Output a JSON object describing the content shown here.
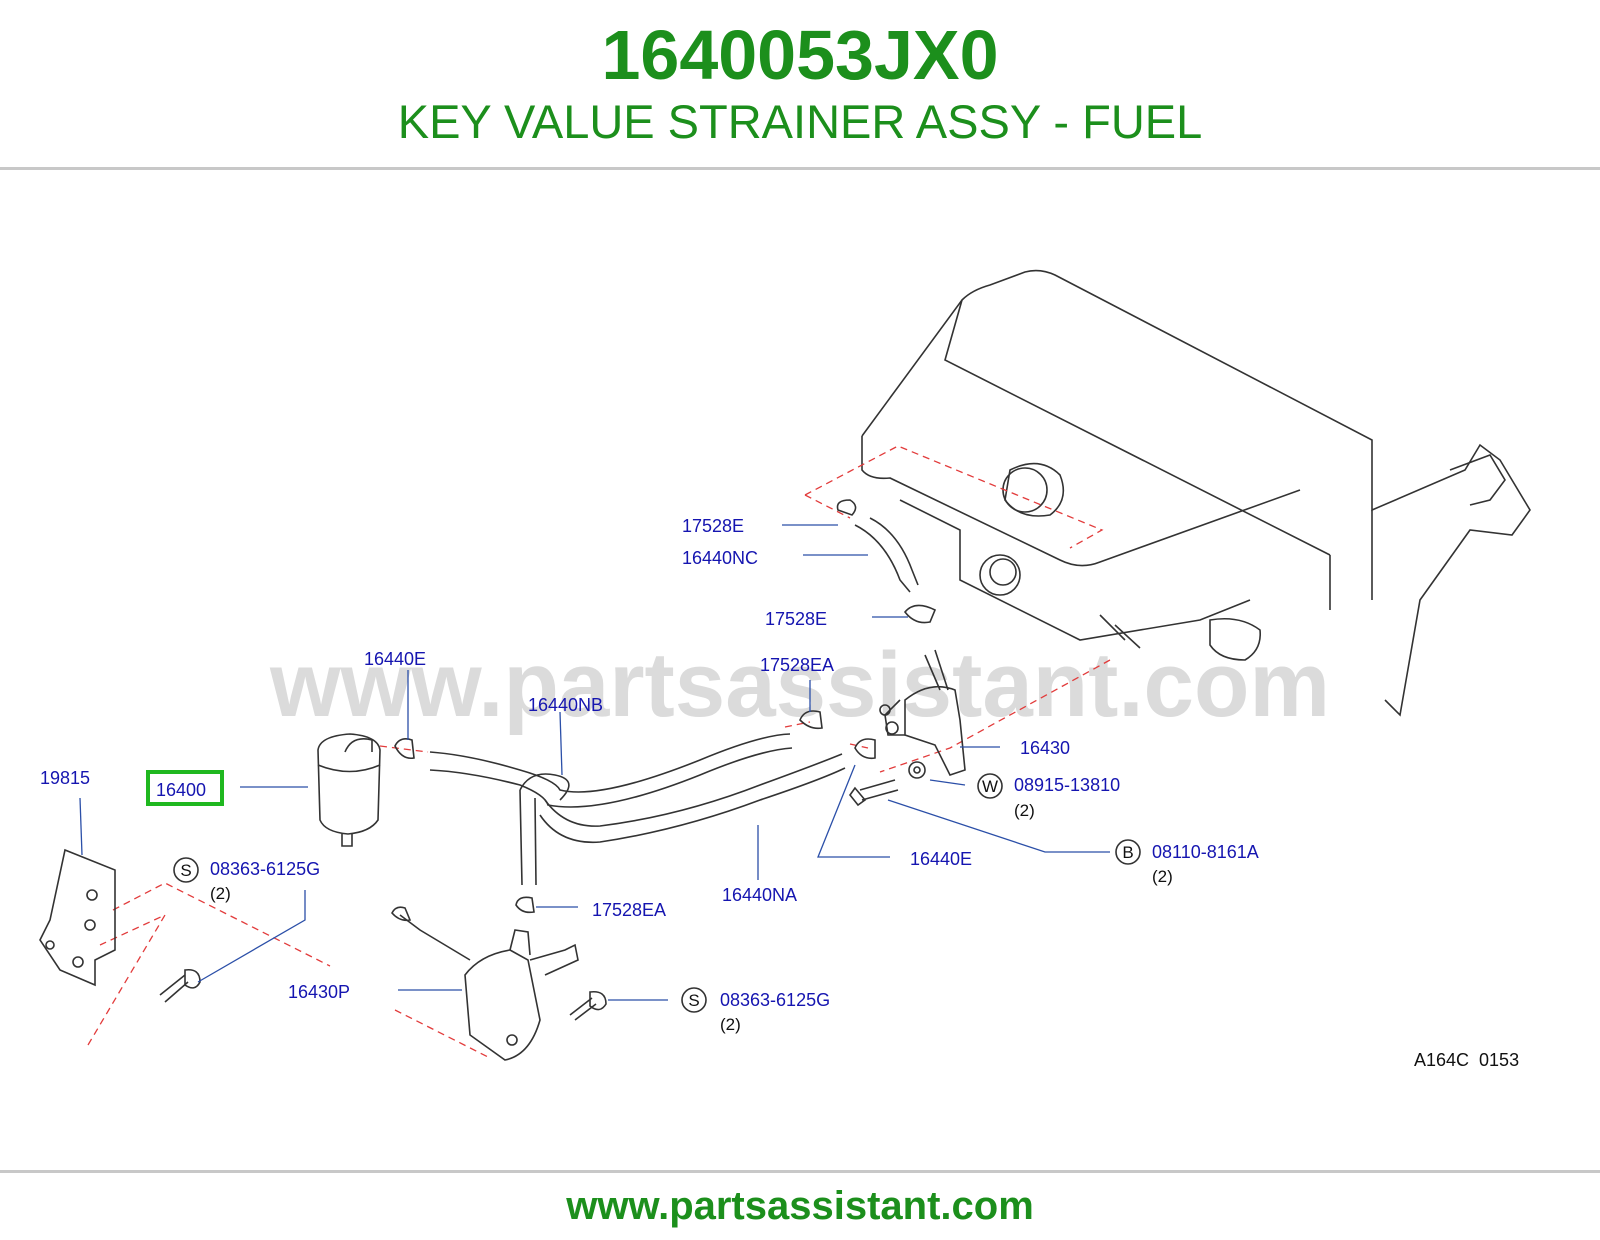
{
  "header": {
    "part_number": "1640053JX0",
    "description": "KEY VALUE STRAINER ASSY - FUEL"
  },
  "watermark": "www.partsassistant.com",
  "highlight_color": "#1fb81f",
  "brand_color": "#1c8f1c",
  "callouts": [
    {
      "id": "17528E_top",
      "text": "17528E"
    },
    {
      "id": "16440NC",
      "text": "16440NC"
    },
    {
      "id": "17528E_mid",
      "text": "17528E"
    },
    {
      "id": "16440E_top",
      "text": "16440E"
    },
    {
      "id": "17528EA_top",
      "text": "17528EA"
    },
    {
      "id": "16440NB",
      "text": "16440NB"
    },
    {
      "id": "16430",
      "text": "16430"
    },
    {
      "id": "19815",
      "text": "19815"
    },
    {
      "id": "16400",
      "text": "16400"
    },
    {
      "id": "08915-13810",
      "text": "08915-13810"
    },
    {
      "id": "08110-8161A",
      "text": "08110-8161A"
    },
    {
      "id": "16440E_bottom",
      "text": "16440E"
    },
    {
      "id": "08363-6125G_left",
      "text": "08363-6125G"
    },
    {
      "id": "16440NA",
      "text": "16440NA"
    },
    {
      "id": "17528EA_bottom",
      "text": "17528EA"
    },
    {
      "id": "16430P",
      "text": "16430P"
    },
    {
      "id": "08363-6125G_bottom",
      "text": "08363-6125G"
    }
  ],
  "quantities": {
    "q_08915": "(2)",
    "q_08110": "(2)",
    "q_08363_left": "(2)",
    "q_08363_bottom": "(2)"
  },
  "markers": {
    "w": "W",
    "b": "B",
    "s_left": "S",
    "s_bottom": "S"
  },
  "figure_code": "A164C  0153",
  "footer": {
    "url": "www.partsassistant.com"
  }
}
